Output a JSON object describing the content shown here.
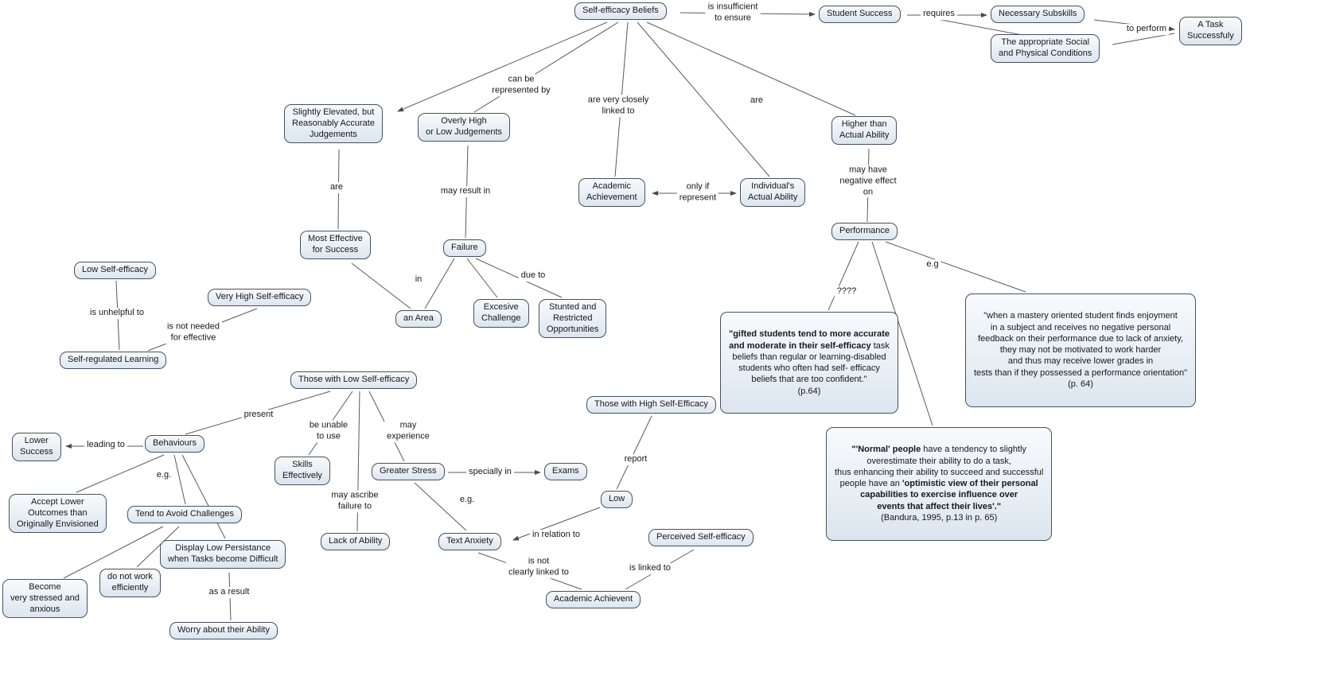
{
  "colors": {
    "background": "#ffffff",
    "node_fill_top": "#f7fafc",
    "node_fill_bottom": "#dce6ef",
    "node_border": "#46525e",
    "line": "#5a5a5a",
    "text": "#16181c"
  },
  "nodes": {
    "seb": "Self-efficacy Beliefs",
    "student_success": "Student Success",
    "necessary_subskills": "Necessary Subskills",
    "task_successfully": "A Task\nSuccessfuly",
    "social_conditions": "The appropriate Social\nand Physical Conditions",
    "slightly_elevated": "Slightly Elevated, but\nReasonably Accurate\nJudgements",
    "overly_high": "Overly High\nor Low Judgements",
    "higher_ability": "Higher than\nActual Ability",
    "academic_achievement": "Academic\nAchievement",
    "individual_ability": "Individual's\nActual Ability",
    "performance": "Performance",
    "most_effective": "Most Effective\nfor Success",
    "failure": "Failure",
    "low_self_efficacy": "Low Self-efficacy",
    "very_high_self_efficacy": "Very High Self-efficacy",
    "an_area": "an Area",
    "excessive_challenge": "Excesive\nChallenge",
    "stunted": "Stunted and\nRestricted\nOpportunities",
    "self_regulated": "Self-regulated Learning",
    "those_low": "Those with Low Self-efficacy",
    "those_high": "Those with High Self-Efficacy",
    "lower_success": "Lower\nSuccess",
    "behaviours": "Behaviours",
    "skills_effectively": "Skills\nEffectively",
    "greater_stress": "Greater Stress",
    "exams": "Exams",
    "low": "Low",
    "accept_lower": "Accept Lower\nOutcomes than\nOriginally Envisioned",
    "tend_avoid": "Tend to Avoid Challenges",
    "lack_of_ability": "Lack of Ability",
    "text_anxiety": "Text Anxiety",
    "perceived_self_efficacy": "Perceived Self-efficacy",
    "display_low_persistence": "Display Low Persistance\nwhen Tasks become Difficult",
    "do_not_work": "do not work\nefficiently",
    "become_stressed": "Become\nvery stressed and\nanxious",
    "academic_achievent": "Academic Achievent",
    "worry": "Worry about their Ability"
  },
  "labels": {
    "is_insufficient": "is insufficient\nto ensure",
    "requires": "requires",
    "to_perform": "to perform",
    "can_be_represented": "can be\nrepresented by",
    "closely_linked": "are very closely\nlinked to",
    "are_right": "are",
    "are_left": "are",
    "may_result_in": "may result in",
    "only_if_represent": "only if\nrepresent",
    "negative_effect": "may have\nnegative effect\non",
    "in": "in",
    "due_to": "due to",
    "eg_performance": "e.g",
    "question_marks": "????",
    "is_unhelpful_to": "is unhelpful to",
    "not_needed": "is not needed\nfor effective",
    "present": "present",
    "be_unable_to_use": "be unable\nto use",
    "may_experience": "may\nexperience",
    "leading_to": "leading to",
    "report": "report",
    "eg_behaviours": "e.g.",
    "specially_in": "specially in",
    "may_ascribe": "may ascribe\nfailure to",
    "eg_stress": "e.g.",
    "in_relation_to": "in relation to",
    "not_clearly_linked": "is not\nclearly linked to",
    "is_linked_to": "is linked to",
    "as_a_result": "as a result"
  },
  "quotes": {
    "gifted": {
      "bold": "\"gifted students tend to more accurate\nand moderate in their self-efficacy ",
      "rest": "task\nbeliefs than regular or learning-disabled\nstudents who often had self- efficacy\nbeliefs that are too confident.\"",
      "cite": "(p.64)"
    },
    "mastery": {
      "text": "\"when a mastery oriented student finds enjoyment\nin a subject and receives no negative personal\nfeedback on their performance due to lack of anxiety,\nthey may not be motivated to work harder\nand thus may receive lower grades in\ntests than if they possessed a performance orientation\"",
      "cite": "(p. 64)"
    },
    "normal": {
      "bold1": "\"'Normal' people ",
      "mid": "have a tendency to slightly\noverestimate their ability to do a task,\nthus enhancing their ability to succeed and successful\npeople have an ",
      "bold2": "'optimistic view of their personal\ncapabilities to exercise influence over\nevents that affect their lives'.\"",
      "cite": "(Bandura, 1995, p.13 in p. 65)"
    }
  }
}
